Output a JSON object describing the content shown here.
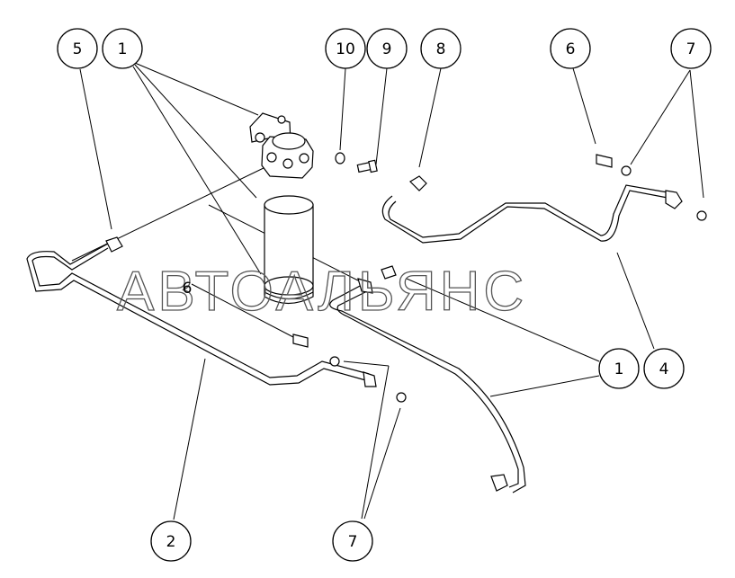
{
  "watermark": "АВТОАЛЬЯНС",
  "callouts": [
    {
      "id": "c5",
      "label": "5"
    },
    {
      "id": "c1a",
      "label": "1"
    },
    {
      "id": "c10",
      "label": "10"
    },
    {
      "id": "c9",
      "label": "9"
    },
    {
      "id": "c8",
      "label": "8"
    },
    {
      "id": "c6a",
      "label": "6"
    },
    {
      "id": "c7a",
      "label": "7"
    },
    {
      "id": "c6b",
      "label": "6"
    },
    {
      "id": "c1b",
      "label": "1"
    },
    {
      "id": "c4",
      "label": "4"
    },
    {
      "id": "c2",
      "label": "2"
    },
    {
      "id": "c7b",
      "label": "7"
    }
  ],
  "colors": {
    "line": "#000000",
    "background": "#ffffff",
    "watermark": "#555555"
  }
}
